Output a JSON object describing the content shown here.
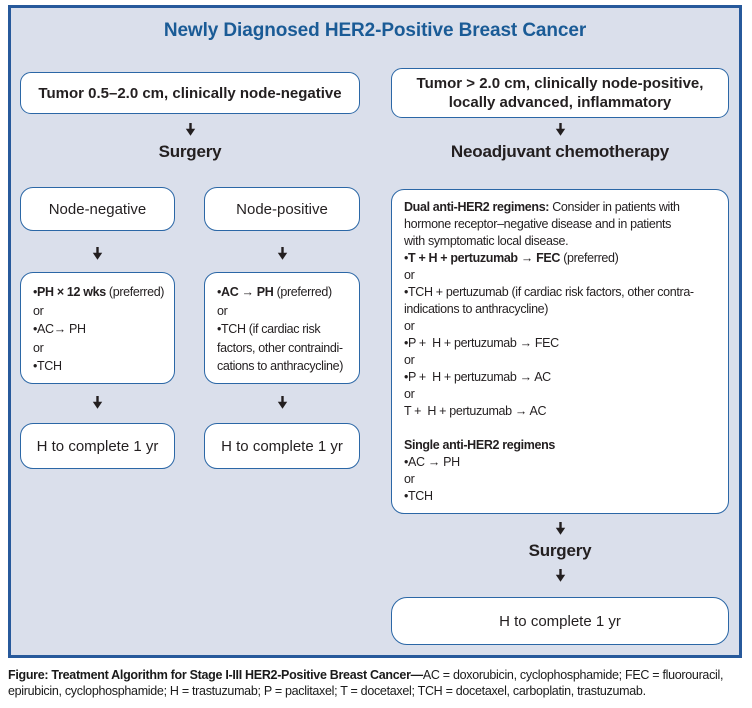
{
  "title": "Newly Diagnosed HER2-Positive Breast Cancer",
  "colors": {
    "background": "#dadfeb",
    "panel_border": "#27599b",
    "box_border": "#2b67a6",
    "box_fill": "#ffffff",
    "title_text": "#1a5b96",
    "body_text": "#231f20"
  },
  "left_path": {
    "tumor_box": "Tumor 0.5–2.0 cm, clinically node-negative",
    "surgery_label": "Surgery",
    "node_negative_box": "Node-negative",
    "node_positive_box": "Node-positive",
    "node_negative_regimen_lines": [
      [
        [
          "•",
          false
        ],
        [
          "PH × 12 wks",
          true
        ],
        [
          " (preferred)",
          false
        ]
      ],
      [
        [
          "or",
          false
        ]
      ],
      [
        [
          "•AC→ PH",
          false
        ]
      ],
      [
        [
          "or",
          false
        ]
      ],
      [
        [
          "•TCH",
          false
        ]
      ]
    ],
    "node_positive_regimen_lines": [
      [
        [
          "•",
          false
        ],
        [
          "AC → PH",
          true
        ],
        [
          " (preferred)",
          false
        ]
      ],
      [
        [
          "or",
          false
        ]
      ],
      [
        [
          "•TCH (if cardiac risk",
          false
        ]
      ],
      [
        [
          "factors, other contraindi-",
          false
        ]
      ],
      [
        [
          "cations to anthracycline)",
          false
        ]
      ]
    ],
    "h_complete_node_negative": "H to complete 1 yr",
    "h_complete_node_positive": "H to complete 1 yr"
  },
  "right_path": {
    "tumor_box": "Tumor > 2.0 cm, clinically node-positive,\nlocally advanced, inflammatory",
    "neoadjuvant_label": "Neoadjuvant chemotherapy",
    "regimen_lines": [
      [
        [
          "Dual anti-HER2 regimens:",
          true
        ],
        [
          " Consider in patients with",
          false
        ]
      ],
      [
        [
          "hormone receptor–negative disease and in patients",
          false
        ]
      ],
      [
        [
          "with symptomatic local disease.",
          false
        ]
      ],
      [
        [
          "•",
          false
        ],
        [
          "T + H + pertuzumab → FEC",
          true
        ],
        [
          " (preferred)",
          false
        ]
      ],
      [
        [
          "or",
          false
        ]
      ],
      [
        [
          "•TCH + pertuzumab (if cardiac risk factors, other contra-",
          false
        ]
      ],
      [
        [
          "indications to anthracycline)",
          false
        ]
      ],
      [
        [
          "or",
          false
        ]
      ],
      [
        [
          "•P +  H + pertuzumab → FEC",
          false
        ]
      ],
      [
        [
          "or",
          false
        ]
      ],
      [
        [
          "•P +  H + pertuzumab → AC",
          false
        ]
      ],
      [
        [
          "or",
          false
        ]
      ],
      [
        [
          "T +  H + pertuzumab → AC",
          false
        ]
      ],
      [
        [
          "",
          false
        ]
      ],
      [
        [
          "Single anti-HER2 regimens",
          true
        ]
      ],
      [
        [
          "•AC → PH",
          false
        ]
      ],
      [
        [
          "or",
          false
        ]
      ],
      [
        [
          "•TCH",
          false
        ]
      ]
    ],
    "surgery_label": "Surgery",
    "h_complete": "H to complete 1 yr"
  },
  "caption_segments": [
    [
      "Figure: Treatment Algorithm for Stage I-III HER2-Positive Breast Cancer—",
      true
    ],
    [
      "AC = doxorubicin, cyclophosphamide; FEC = fluorouracil, epirubicin, cyclophosphamide; H = trastuzumab; P = paclitaxel; T = docetaxel; TCH = docetaxel, carboplatin, trastuzumab.",
      false
    ]
  ]
}
